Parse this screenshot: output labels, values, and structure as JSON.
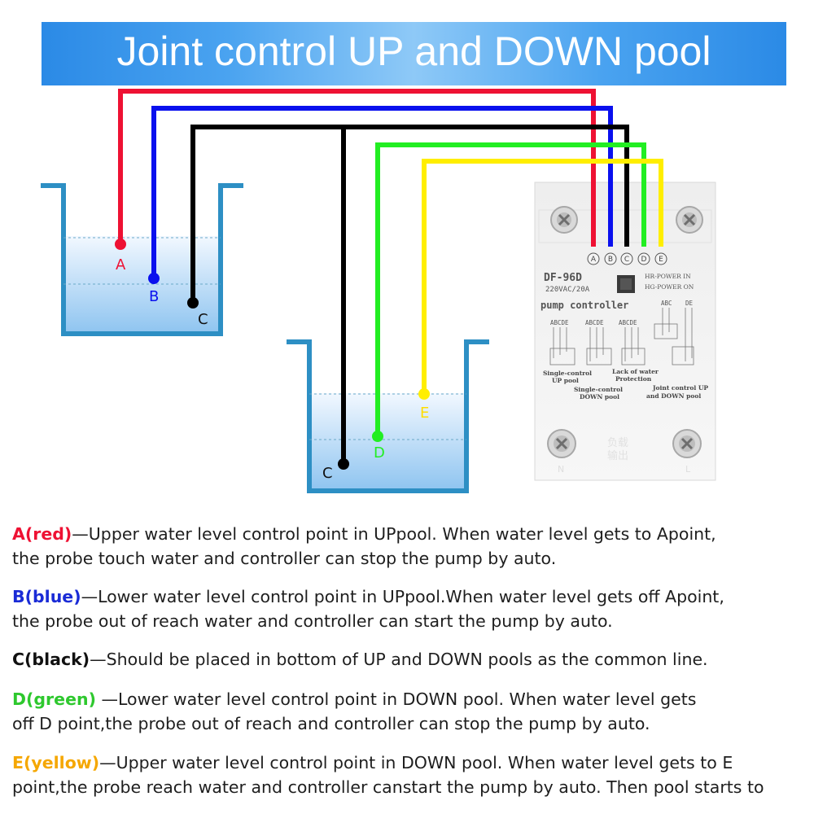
{
  "title": "Joint control UP and DOWN pool",
  "colors": {
    "wire_a": "#ee1133",
    "wire_b": "#0a10ee",
    "wire_c": "#000000",
    "wire_d": "#22ee22",
    "wire_e": "#ffee00",
    "tank": "#2d8fc4",
    "banner": "#3a96ea"
  },
  "probe_labels": {
    "a": "A",
    "b": "B",
    "c_up": "C",
    "c_down": "C",
    "d": "D",
    "e": "E"
  },
  "controller": {
    "terminals": [
      "A",
      "B",
      "C",
      "D",
      "E"
    ],
    "model": "DF-96D",
    "rating": "220VAC/20A",
    "name": "pump controller",
    "led_labels": [
      "HR-POWER IN",
      "HG-POWER ON"
    ],
    "mini_labels": [
      "ABCDE",
      "ABCDE",
      "ABCDE",
      "ABC",
      "DE"
    ],
    "modes": {
      "single_up": [
        "Single-control",
        "UP pool"
      ],
      "single_down": [
        "Single-control",
        "DOWN pool"
      ],
      "lack": [
        "Lack of water",
        "Protection"
      ],
      "joint": [
        "Joint control UP",
        "and DOWN pool"
      ]
    },
    "bottom_terminals": [
      "N",
      "L"
    ],
    "output_mark": "负载\n输出"
  },
  "descriptions": [
    {
      "key": "A(red)",
      "key_color": "#ee1133",
      "line1": "—Upper water level control point in UPpool. When water level gets to Apoint,",
      "line2": "the probe touch water and controller can stop the pump by auto."
    },
    {
      "key": "B(blue)",
      "key_color": "#1a2bd6",
      "line1": "—Lower water level control point in UPpool.When water level gets off Apoint,",
      "line2": "the probe out of reach water and controller can start the pump by auto."
    },
    {
      "key": "C(black)",
      "key_color": "#111111",
      "line1": "—Should be placed in bottom of UP and DOWN pools as the common line.",
      "line2": ""
    },
    {
      "key": "D(green)",
      "key_color": "#2ec82e",
      "line1": " —Lower water level control point in DOWN pool. When water level gets",
      "line2": "off D point,the probe out of reach and controller can stop the pump by auto."
    },
    {
      "key": "E(yellow)",
      "key_color": "#f5a700",
      "line1": "—Upper water level control point in DOWN pool. When water level gets to E",
      "line2": "point,the probe reach water and controller canstart the pump by auto. Then pool starts to"
    }
  ]
}
